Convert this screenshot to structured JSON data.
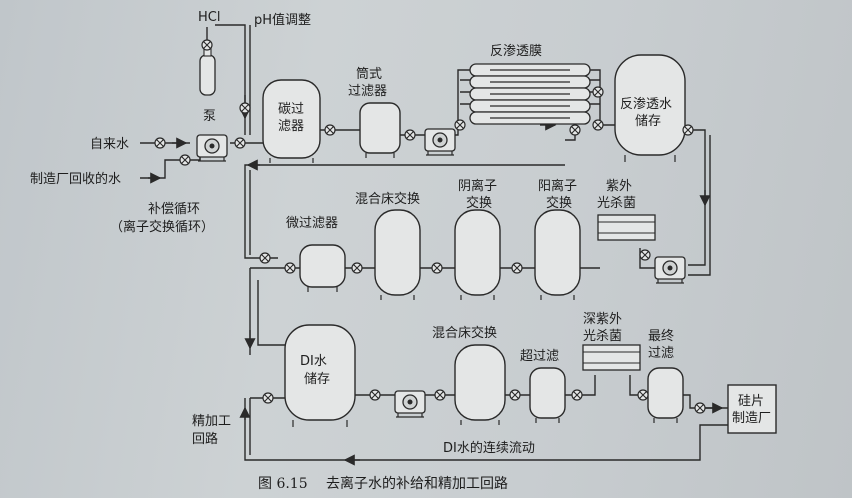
{
  "labels": {
    "hcl": "HCl",
    "ph_adjust": "pH值调整",
    "pump": "泵",
    "tap_water": "自来水",
    "factory_water": "制造厂回收的水",
    "carbon_filter_1": "碳过",
    "carbon_filter_2": "滤器",
    "cartridge_filter_1": "筒式",
    "cartridge_filter_2": "过滤器",
    "ro_membrane": "反渗透膜",
    "ro_storage_1": "反渗透水",
    "ro_storage_2": "储存",
    "makeup_loop_1": "补偿循环",
    "makeup_loop_2": "（离子交换循环）",
    "micro_filter": "微过滤器",
    "mixed_bed_1": "混合床交换",
    "cation_1": "阴离子",
    "cation_2": "交换",
    "anion_1": "阳离子",
    "anion_2": "交换",
    "uv_1_a": "紫外",
    "uv_1_b": "光杀菌",
    "di_storage_1": "DI水",
    "di_storage_2": "储存",
    "mixed_bed_2": "混合床交换",
    "deep_uv_1": "深紫外",
    "deep_uv_2": "光杀菌",
    "ultra_filter": "超过滤",
    "final_filter_1": "最终",
    "final_filter_2": "过滤",
    "wafer_mfg_1": "硅片",
    "wafer_mfg_2": "制造厂",
    "polish_loop_1": "精加工",
    "polish_loop_2": "回路",
    "di_flow": "DI水的连续流动"
  },
  "caption": {
    "number": "图 6.15",
    "title": "去离子水的补给和精加工回路"
  },
  "colors": {
    "line": "#2a2a2a",
    "fill": "#e4e6e6"
  }
}
